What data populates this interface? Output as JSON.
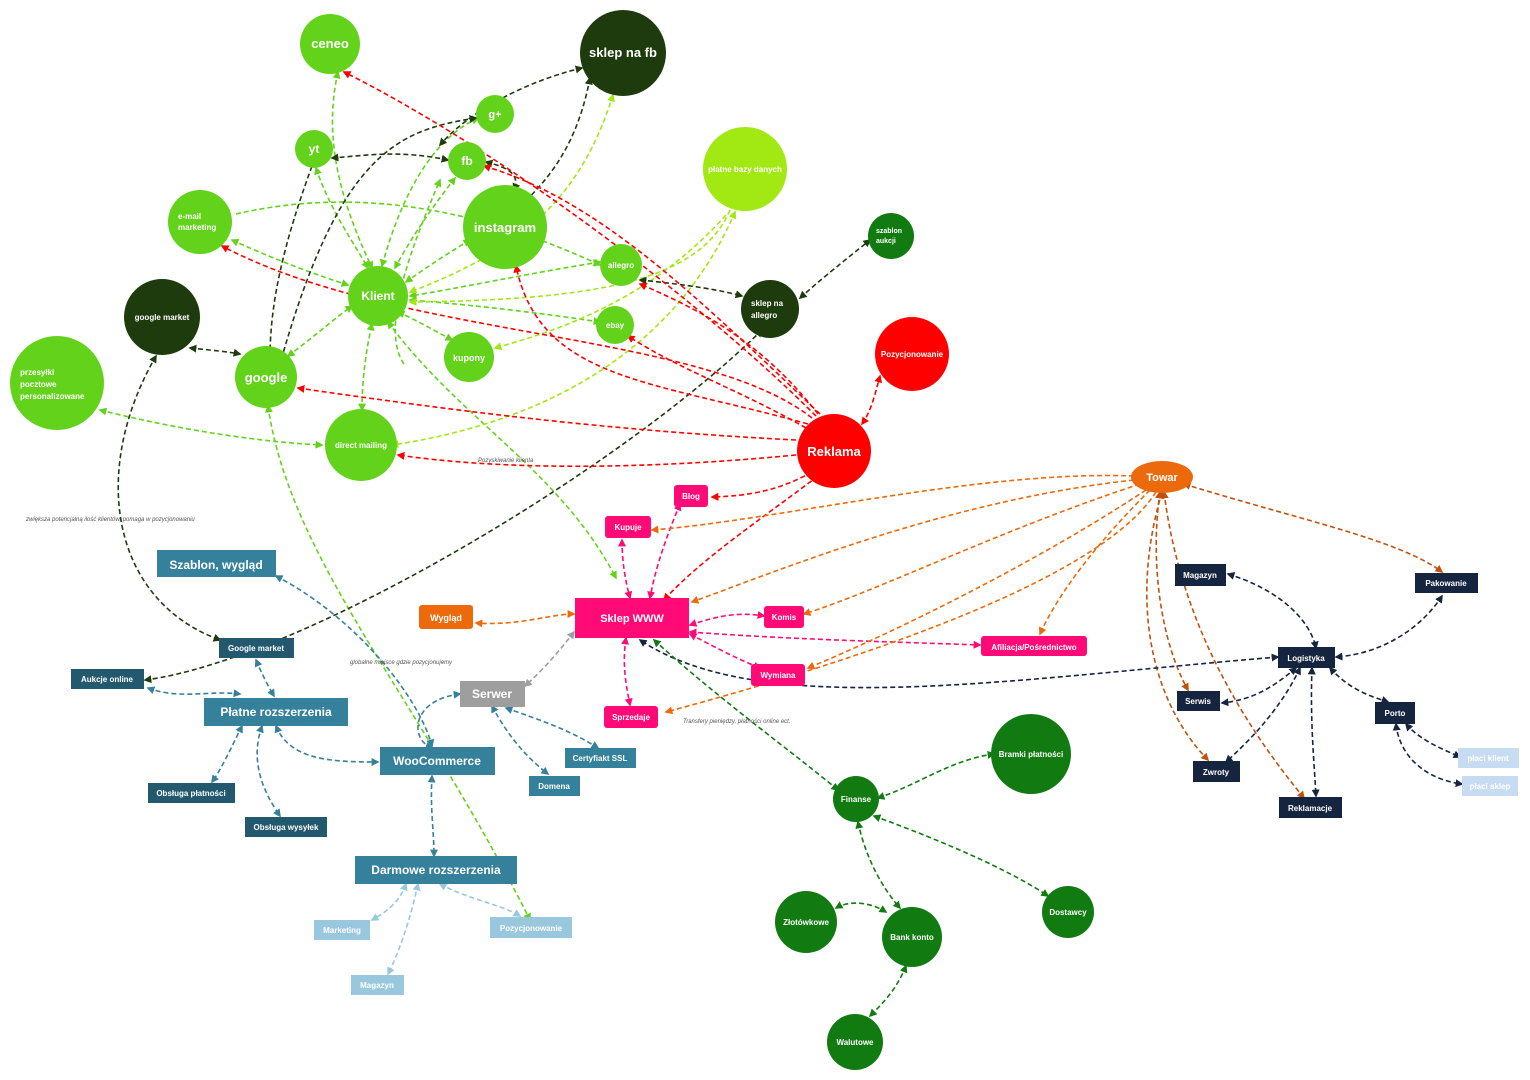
{
  "palette": {
    "green": "#62d31a",
    "lightgreen": "#a2e812",
    "darkgreen": "#1e3b0e",
    "green2": "#117a11",
    "red": "#ff0000",
    "pink": "#ff0a76",
    "orange": "#ec6a0c",
    "teal": "#35809b",
    "tealdark": "#23596e",
    "lightblue": "#99c8de",
    "paleblue": "#c7dcf2",
    "navy": "#16253f",
    "gray": "#9e9e9e"
  },
  "nodes": {
    "ceneo": "ceneo",
    "sklep_fb": "sklep na fb",
    "gplus": "g+",
    "yt": "yt",
    "fb": "fb",
    "platne_bazy": "płatne bazy danych",
    "email": [
      "e-mail",
      "marketing"
    ],
    "instagram": "instagram",
    "szablon_aukcji": [
      "szablon",
      "aukcji"
    ],
    "allegro": "allegro",
    "klient": "Klient",
    "sklep_allegro": [
      "sklep na",
      "allegro"
    ],
    "google_market": "google market",
    "ebay": "ebay",
    "pozycjonowanie_red": "Pozycjonowanie",
    "kupony": "kupony",
    "przesylki": [
      "przesyłki",
      "pocztowe",
      "personalizowane"
    ],
    "google": "google",
    "direct_mailing": "direct mailing",
    "reklama": "Reklama",
    "towar": "Towar",
    "blog": "Blog",
    "kupuje": "Kupuje",
    "szablon_wyglad": "Szablon, wygląd",
    "sklep_www": "Sklep WWW",
    "wyglad": "Wygląd",
    "komis": "Komis",
    "magazyn_navy": "Magazyn",
    "pakowanie": "Pakowanie",
    "google_market_box": "Google market",
    "afiliacja": "Afiliacja/Pośrednictwo",
    "logistyka": "Logistyka",
    "aukcje_online": "Aukcje online",
    "wymiana": "Wymiana",
    "serwer": "Serwer",
    "serwis": "Serwis",
    "platne_rozszerzenia": "Płatne rozszerzenia",
    "porto": "Porto",
    "sprzedaje": "Sprzedaje",
    "certyfikat": "Certyfiakt SSL",
    "bramki": "Bramki płatności",
    "woocommerce": "WooCommerce",
    "placi_klient": "płaci klient",
    "zwroty": "Zwroty",
    "domena": "Domena",
    "placi_sklep": "płaci sklep",
    "obsluga_platnosci": "Obsługa płatności",
    "finanse": "Finanse",
    "reklamacje": "Reklamacje",
    "obsluga_wysylek": "Obsługa wysyłek",
    "darmowe": "Darmowe rozszerzenia",
    "dostawcy": "Dostawcy",
    "zlotowkowe": "Złotówkowe",
    "marketing": "Marketing",
    "pozycjonowanie_box": "Pozycjonowanie",
    "bank_konto": "Bank konto",
    "magazyn_lb": "Magazyn",
    "walutowe": "Walutowe"
  },
  "notes": {
    "pozyskiwanie": "Pozyskiwanie klienta",
    "zwieksza": "zwiększa potencjalną ilość klientów, pomaga w pozycjonowaniu",
    "globalne": "globalne miejsce gdzie pozycjonujemy",
    "transfery": "Transfery pieniędzy, płatności online ect."
  }
}
